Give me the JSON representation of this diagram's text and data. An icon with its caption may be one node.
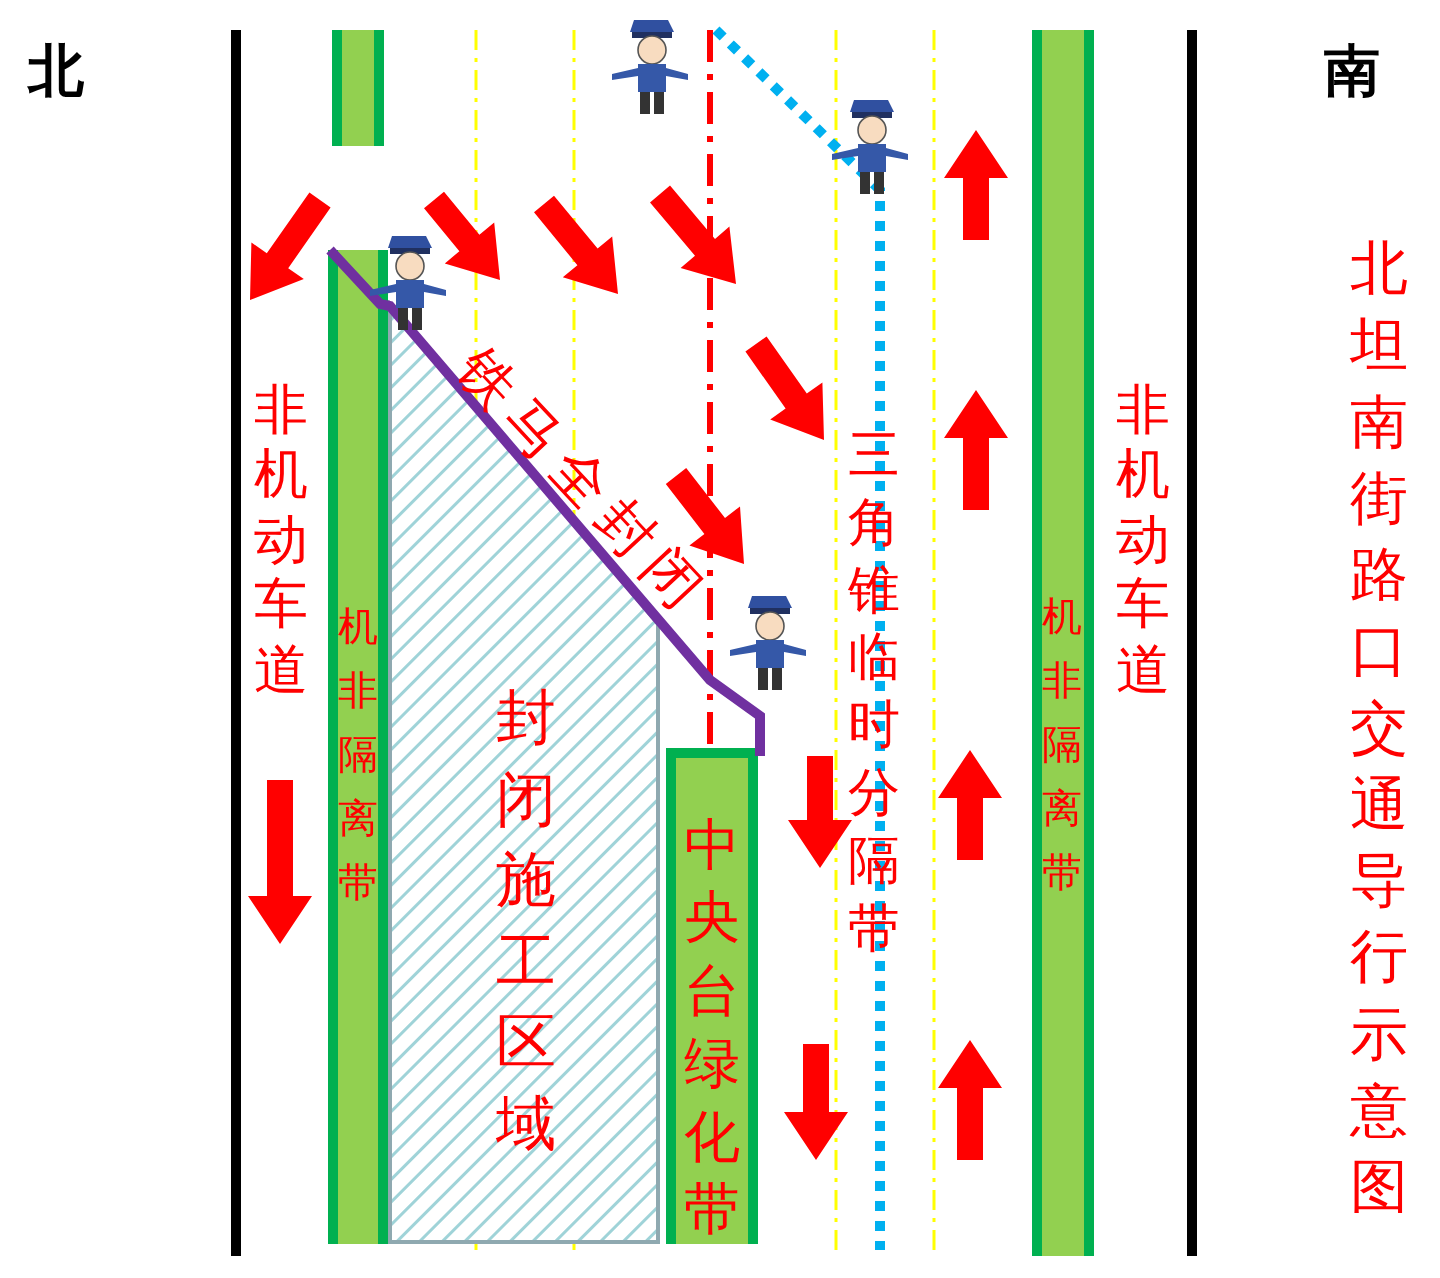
{
  "diagram": {
    "title": "北坦南街路口交通导行示意图",
    "nodes": [
      {
        "text": [],
        "shape": "bar"
      },
      {
        "text": [
          "机非隔离带"
        ]
      },
      {
        "text": [
          "封闭施工区域"
        ]
      },
      {
        "text": [
          "中央台绿化带"
        ]
      },
      {
        "text": [
          "机非隔离带"
        ]
      }
    ],
    "labels": [
      "北",
      "南",
      "非机动车道",
      "铁马全封闭",
      "三角锥临时分隔带",
      "非机动车道"
    ]
  }
}
